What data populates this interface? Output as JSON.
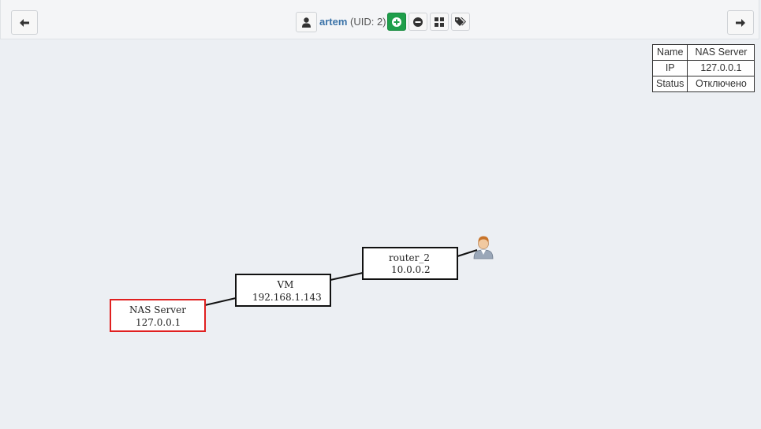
{
  "toolbar": {
    "back_icon": "arrow-left-icon",
    "forward_icon": "arrow-right-icon",
    "user_icon": "user-icon",
    "user_name": "artem",
    "user_uid": "(UID: 2)",
    "actions": [
      {
        "name": "add",
        "icon": "plus-circle-icon",
        "color": "#1e9e4a"
      },
      {
        "name": "remove",
        "icon": "minus-circle-icon"
      },
      {
        "name": "grid",
        "icon": "grid-icon"
      },
      {
        "name": "tags",
        "icon": "tags-icon"
      }
    ]
  },
  "info_table": {
    "rows": [
      {
        "key": "Name",
        "value": "NAS Server"
      },
      {
        "key": "IP",
        "value": "127.0.0.1"
      },
      {
        "key": "Status",
        "value": "Отключено"
      }
    ]
  },
  "network_map": {
    "nodes": [
      {
        "id": "nas",
        "name": "NAS Server",
        "ip": "127.0.0.1",
        "selected": true,
        "border_color": "#e02020"
      },
      {
        "id": "vm",
        "name": "VM",
        "ip": "192.168.1.143",
        "selected": false,
        "border_color": "#111111"
      },
      {
        "id": "router",
        "name": "router_2",
        "ip": "10.0.0.2",
        "selected": false,
        "border_color": "#111111"
      }
    ],
    "links": [
      {
        "from": "nas",
        "to": "vm"
      },
      {
        "from": "vm",
        "to": "router"
      },
      {
        "from": "router",
        "to": "user"
      }
    ],
    "user_endpoint_icon": "user-avatar-icon"
  }
}
